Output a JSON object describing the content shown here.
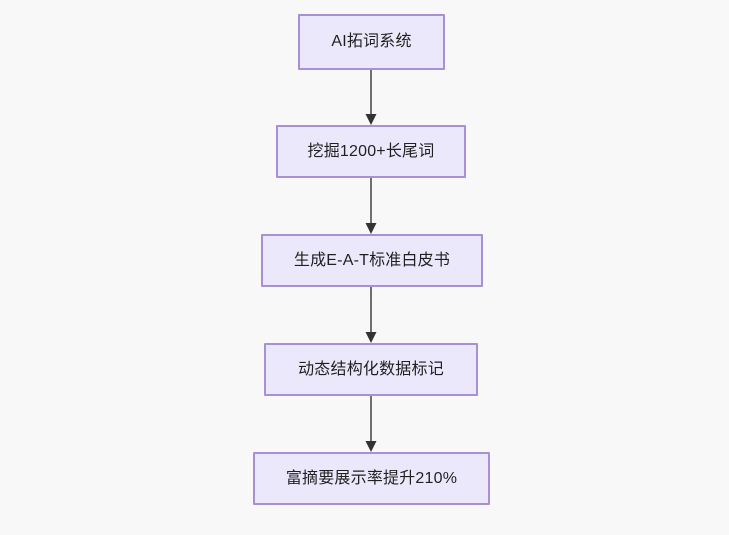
{
  "diagram": {
    "type": "flowchart",
    "orientation": "top-to-bottom",
    "background_color": "#f8f8f9",
    "node_fill_color": "#ece8fb",
    "node_border_color": "#a98fd4",
    "edge_color": "#707070",
    "arrowhead_color": "#333333",
    "text_color": "#1f2020",
    "nodes": [
      {
        "id": "n1",
        "label": "AI拓词系统"
      },
      {
        "id": "n2",
        "label": "挖掘1200+长尾词"
      },
      {
        "id": "n3",
        "label": "生成E-A-T标准白皮书"
      },
      {
        "id": "n4",
        "label": "动态结构化数据标记"
      },
      {
        "id": "n5",
        "label": "富摘要展示率提升210%"
      }
    ],
    "edges": [
      {
        "from": "n1",
        "to": "n2",
        "label": ""
      },
      {
        "from": "n2",
        "to": "n3",
        "label": ""
      },
      {
        "from": "n3",
        "to": "n4",
        "label": ""
      },
      {
        "from": "n4",
        "to": "n5",
        "label": ""
      }
    ]
  }
}
